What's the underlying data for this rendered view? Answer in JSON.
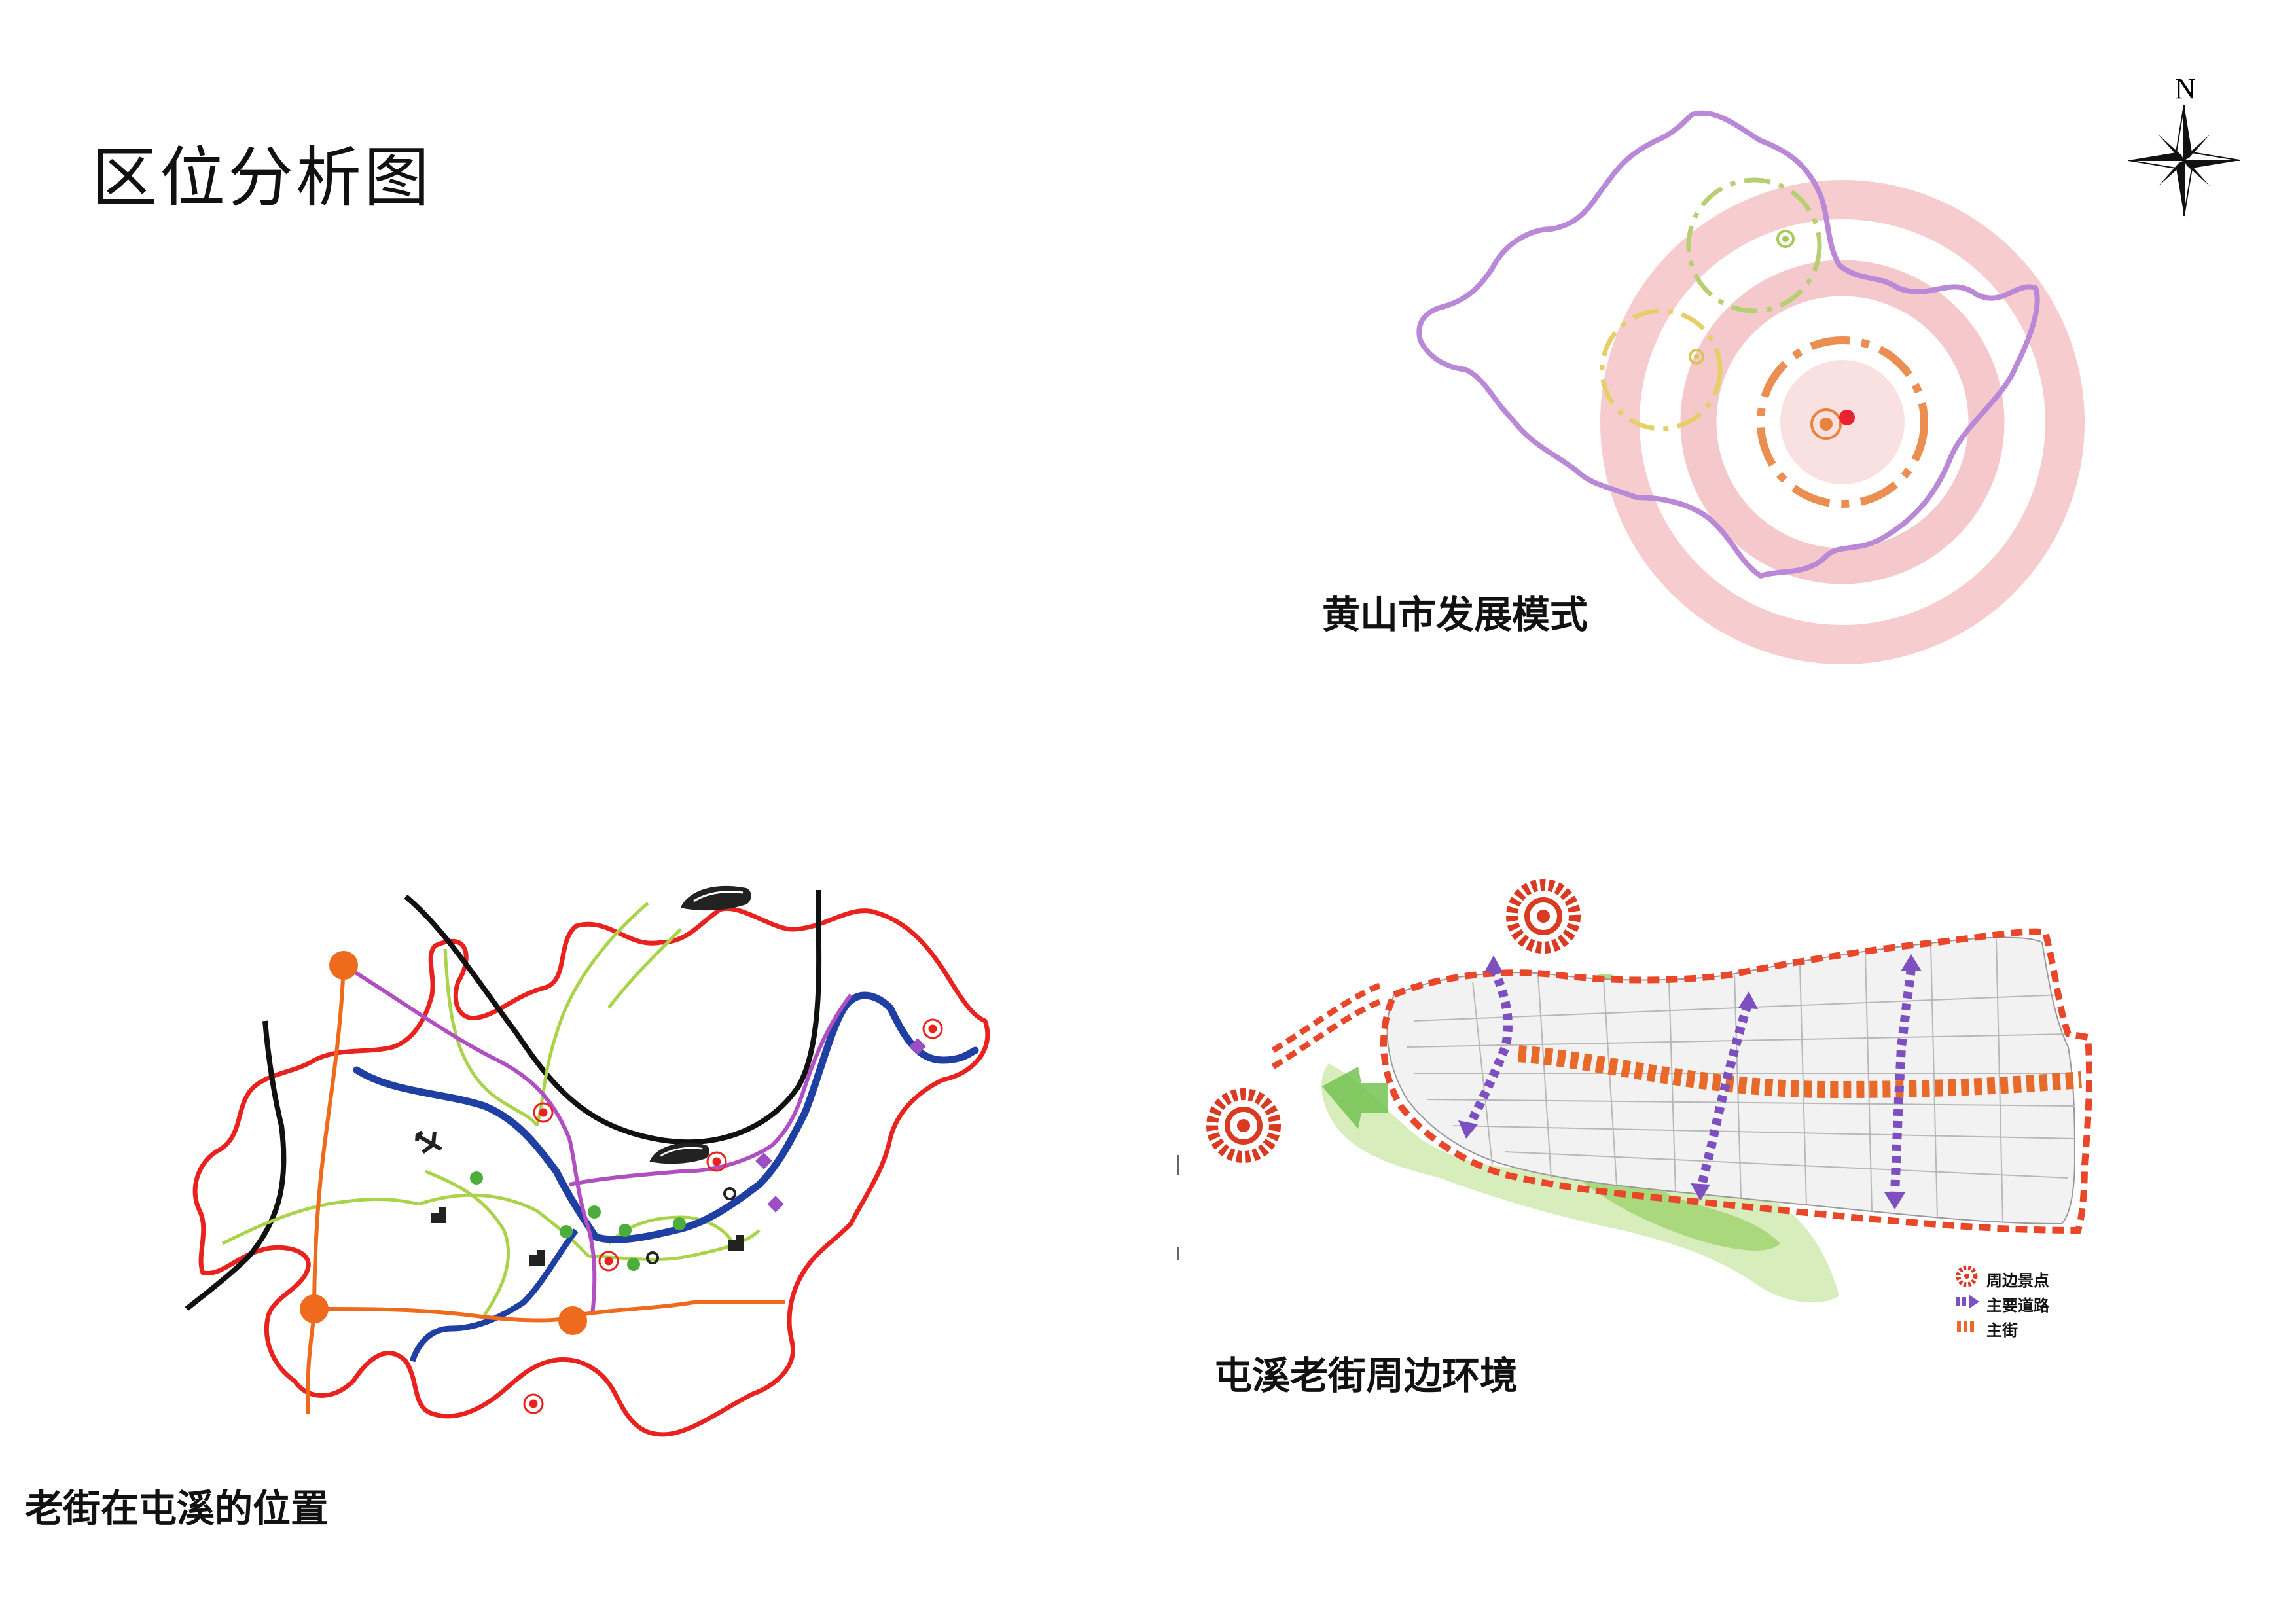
{
  "page": {
    "title": "区位分析图"
  },
  "compass": {
    "north_label": "N"
  },
  "map_huangshan": {
    "caption": "黄山市发展模式"
  },
  "map_tunxi": {
    "caption": "老街在屯溪的位置"
  },
  "map_oldstreet": {
    "caption": "屯溪老街周边环境",
    "legend": [
      {
        "label": "周边景点",
        "icon": "scenic-spot-icon",
        "color": "#d83a22"
      },
      {
        "label": "主要道路",
        "icon": "arrow-road-icon",
        "color": "#7d4fbf"
      },
      {
        "label": "主街",
        "icon": "dashed-street-icon",
        "color": "#e86a2a"
      }
    ]
  },
  "colors": {
    "boundary_purple": "#b988d6",
    "ring_pink": "#f4c3c6",
    "ring_orange": "#e8833e",
    "river_blue": "#1f3fa3",
    "boundary_red": "#e8231f",
    "road_green": "#a8d34a",
    "road_magenta": "#b04fc2",
    "road_orange": "#ee6a1c",
    "street_orange": "#e86a2a",
    "arrow_purple": "#7d4fbf",
    "green_area": "#9fd26b"
  }
}
